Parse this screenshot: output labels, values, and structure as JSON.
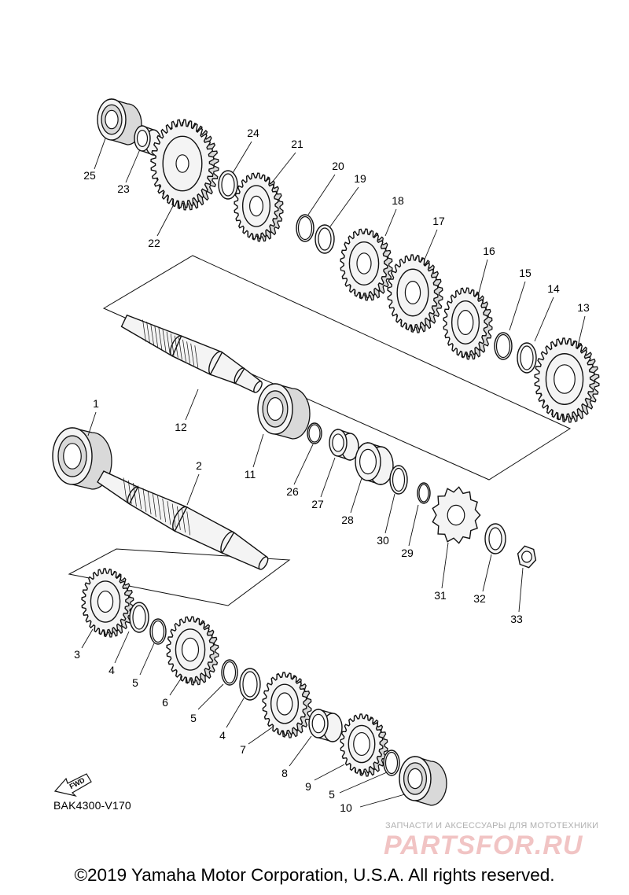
{
  "callouts": [
    "1",
    "2",
    "3",
    "4",
    "5",
    "6",
    "7",
    "8",
    "9",
    "10",
    "11",
    "12",
    "13",
    "14",
    "15",
    "16",
    "17",
    "18",
    "19",
    "20",
    "21",
    "22",
    "23",
    "24",
    "25",
    "26",
    "27",
    "28",
    "29",
    "30",
    "31",
    "32",
    "33"
  ],
  "fwd_label": "FWD",
  "diagram_code": "BAK4300-V170",
  "watermark": {
    "tagline": "ЗАПЧАСТИ И АКСЕССУАРЫ ДЛЯ МОТОТЕХНИКИ",
    "brand": "PARTSFOR.RU"
  },
  "copyright": "©2019 Yamaha Motor Corporation, U.S.A. All rights reserved.",
  "colors": {
    "ink": "#111111",
    "watermark_brand": "#f1c4c4",
    "watermark_tagline": "#b0b0b0"
  }
}
